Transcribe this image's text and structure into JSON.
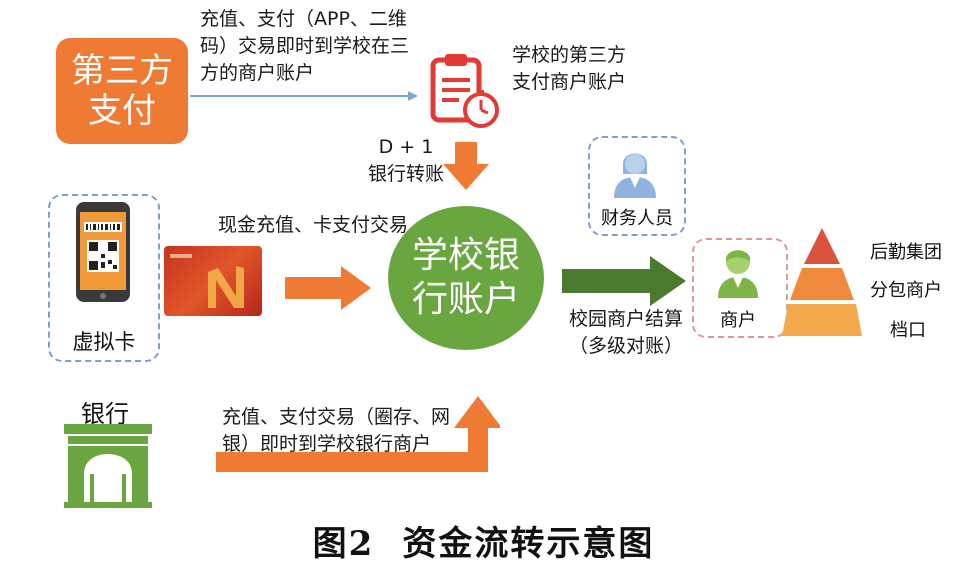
{
  "third_party": {
    "box_label_line1": "第三方",
    "box_label_line2": "支付",
    "flow_text_line1": "充值、支付（APP、二维",
    "flow_text_line2": "码）交易即时到学校在三",
    "flow_text_line3": "方的商户账户",
    "account_label_line1": "学校的第三方",
    "account_label_line2": "支付商户账户"
  },
  "transfer": {
    "line1": "D + 1",
    "line2": "银行转账"
  },
  "virtual_card": {
    "label": "虚拟卡"
  },
  "cash_flow_text": "现金充值、卡支付交易",
  "school_account": {
    "line1": "学校银",
    "line2": "行账户"
  },
  "finance_staff": "财务人员",
  "settlement": {
    "line1": "校园商户结算",
    "line2": "（多级对账）"
  },
  "merchant": "商户",
  "pyramid": {
    "levels": [
      "后勤集团",
      "分包商户",
      "档口"
    ],
    "colors": [
      "#d9533f",
      "#ef8a3c",
      "#f4a94c"
    ]
  },
  "bank": {
    "label": "银行",
    "flow_text_line1": "充值、支付交易（圈存、网",
    "flow_text_line2": "银）即时到学校银行商户"
  },
  "caption": {
    "number": "图2",
    "title": "资金流转示意图"
  },
  "colors": {
    "orange": "#ef7a33",
    "green": "#6aa640",
    "dark_green": "#4a7a30",
    "blue_line": "#7ea7d8",
    "bank_green": "#6aa640"
  }
}
